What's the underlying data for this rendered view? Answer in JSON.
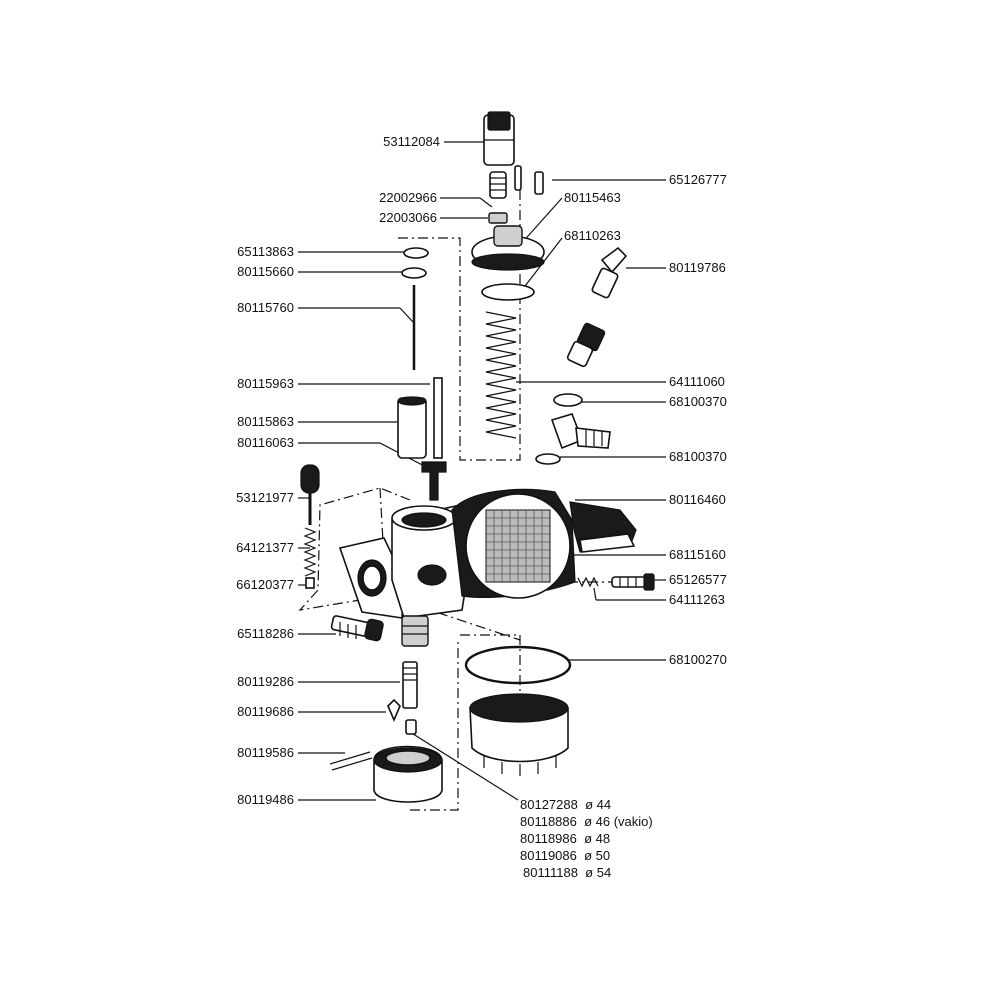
{
  "labels": {
    "l53112084": "53112084",
    "l22002966": "22002966",
    "l22003066": "22003066",
    "l65113863": "65113863",
    "l80115660": "80115660",
    "l80115760": "80115760",
    "l80115963": "80115963",
    "l80115863": "80115863",
    "l80116063": "80116063",
    "l53121977": "53121977",
    "l64121377": "64121377",
    "l66120377": "66120377",
    "l65118286": "65118286",
    "l80119286": "80119286",
    "l80119686": "80119686",
    "l80119586": "80119586",
    "l80119486": "80119486",
    "l65126777": "65126777",
    "l80115463": "80115463",
    "l68110263": "68110263",
    "l80119786": "80119786",
    "l64111060": "64111060",
    "l68100370a": "68100370",
    "l68100370b": "68100370",
    "l80116460": "80116460",
    "l68115160": "68115160",
    "l65126577": "65126577",
    "l64111263": "64111263",
    "l68100270": "68100270"
  },
  "jets": [
    "80127288  ø 44",
    "80118886  ø 46 (vakio)",
    "80118986  ø 48",
    "80119086  ø 50",
    "80111188  ø 54"
  ]
}
